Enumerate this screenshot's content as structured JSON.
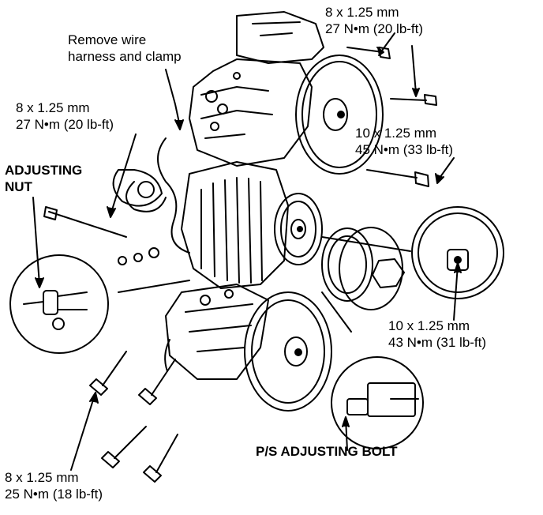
{
  "labels": {
    "top_right": {
      "size": "8 x 1.25 mm",
      "torque": "27 N•m (20 lb-ft)"
    },
    "remove": {
      "line1": "Remove wire",
      "line2": "harness and clamp"
    },
    "upper_left": {
      "size": "8 x 1.25 mm",
      "torque": "27 N•m (20 lb-ft)"
    },
    "adjusting_nut": {
      "line1": "ADJUSTING",
      "line2": "NUT"
    },
    "right_mid": {
      "size": "10 x 1.25 mm",
      "torque": "45 N•m (33 lb-ft)"
    },
    "right_lower": {
      "size": "10 x 1.25 mm",
      "torque": "43 N•m (31 lb-ft)"
    },
    "ps_bolt": "P/S ADJUSTING BOLT",
    "bottom_left": {
      "size": "8 x 1.25 mm",
      "torque": "25 N•m (18 lb-ft)"
    }
  }
}
